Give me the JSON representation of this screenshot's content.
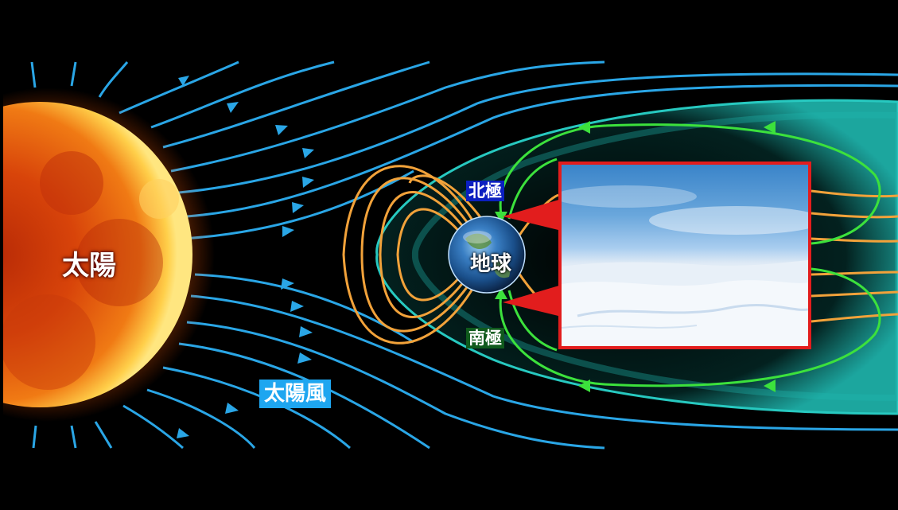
{
  "labels": {
    "sun": "太陽",
    "earth": "地球",
    "north_pole": "北極",
    "south_pole": "南極",
    "solar_wind": "太陽風"
  },
  "colors": {
    "solar_wind_lines": "#2aa6e6",
    "magnetic_field_lines": "#f2a23a",
    "aurora_path_lines": "#3ce13c",
    "magnetosphere": "#1fb8b0",
    "photo_frame": "#e21d1d",
    "north_label_bg": "#0b1fc0",
    "south_label_bg": "#0f5a1c",
    "wind_label_bg": "#1ea6f0"
  },
  "images": {
    "sun": "sun-image",
    "earth": "earth-globe-image",
    "photo": "arctic-snow-photo"
  }
}
